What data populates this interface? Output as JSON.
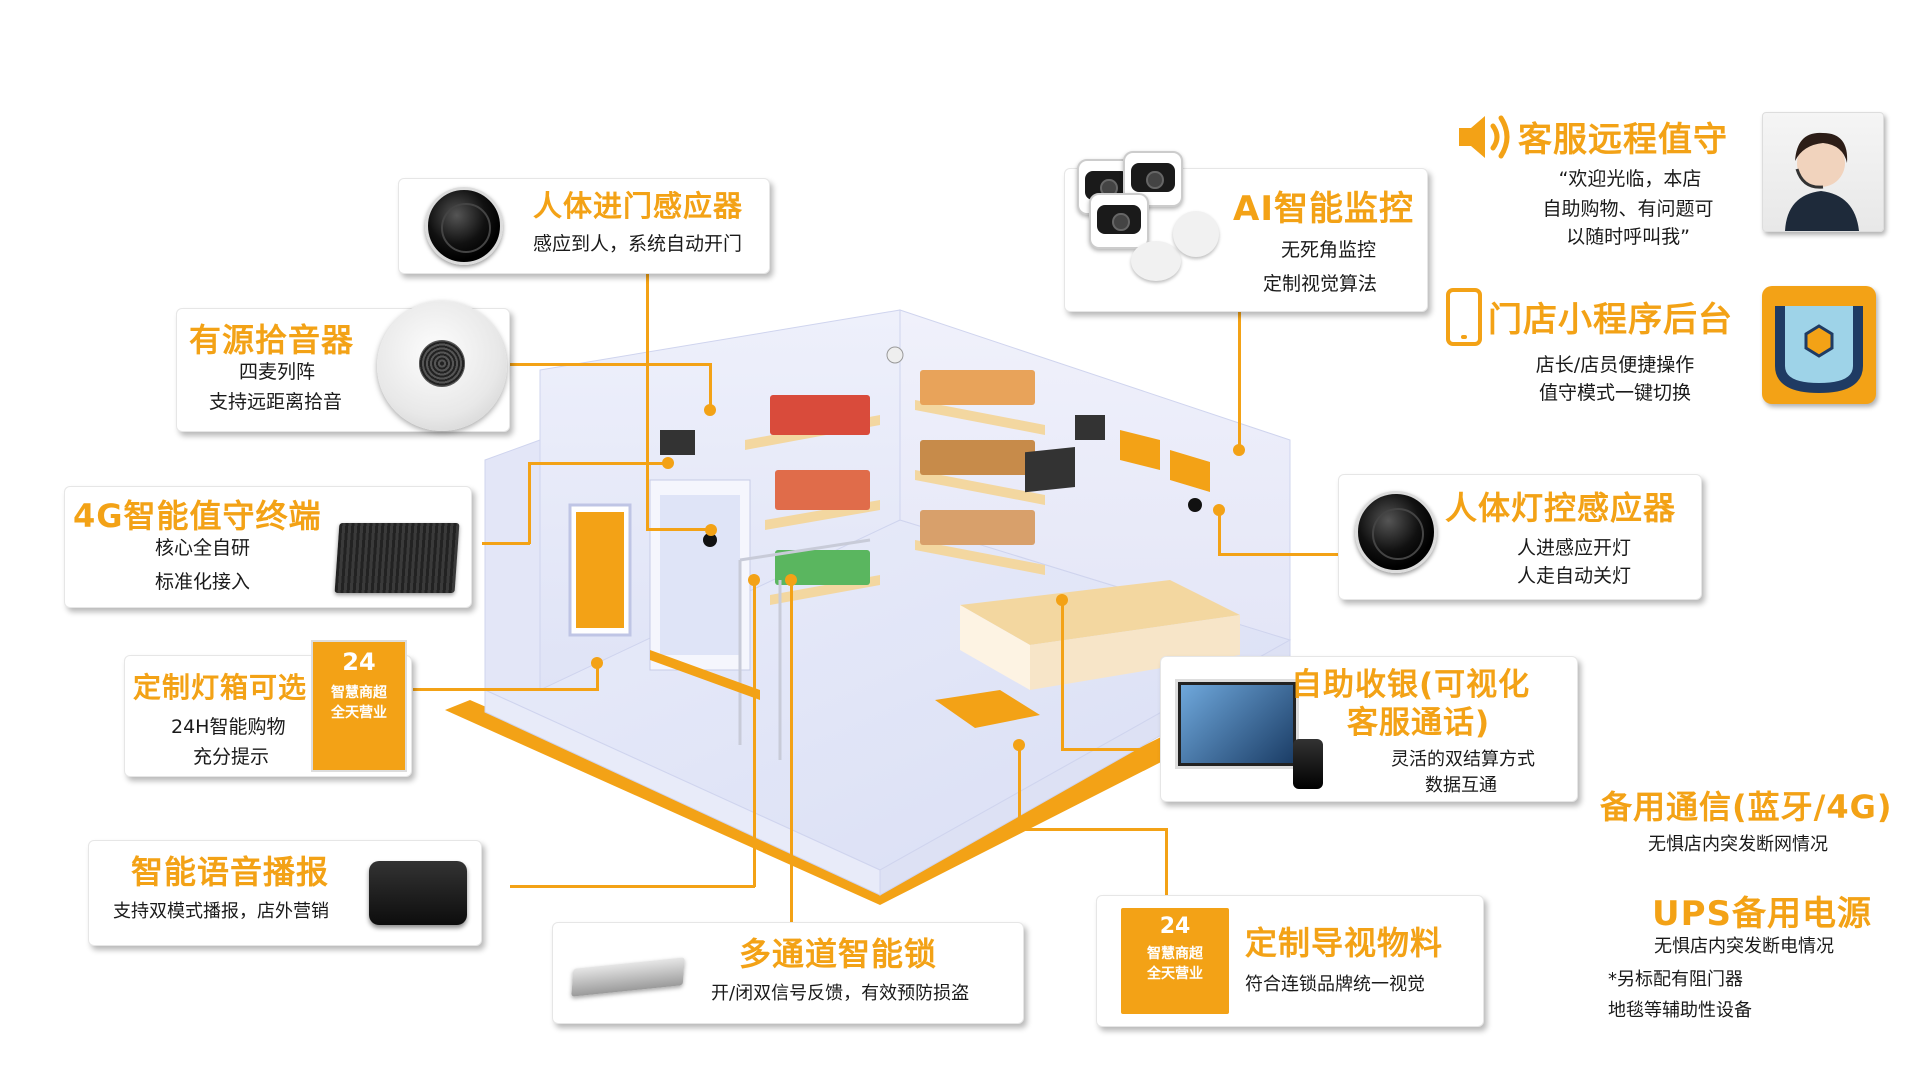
{
  "colors": {
    "accent": "#f3a216",
    "text": "#1a1a1a",
    "card_bg": "#ffffff"
  },
  "features": {
    "door_sensor": {
      "title": "人体进门感应器",
      "desc": "感应到人，系统自动开门"
    },
    "mic": {
      "title": "有源拾音器",
      "desc1": "四麦列阵",
      "desc2": "支持远距离拾音"
    },
    "terminal": {
      "title": "4G智能值守终端",
      "desc1": "核心全自研",
      "desc2": "标准化接入"
    },
    "lightbox": {
      "title": "定制灯箱可选",
      "desc1": "24H智能购物",
      "desc2": "充分提示"
    },
    "voice": {
      "title": "智能语音播报",
      "desc": "支持双模式播报，店外营销"
    },
    "lock": {
      "title": "多通道智能锁",
      "desc": "开/闭双信号反馈，有效预防损盗"
    },
    "guide": {
      "title": "定制导视物料",
      "desc": "符合连锁品牌统一视觉"
    },
    "checkout": {
      "title1": "自助收银(可视化",
      "title2": "客服通话)",
      "desc1": "灵活的双结算方式",
      "desc2": "数据互通"
    },
    "light_sensor": {
      "title": "人体灯控感应器",
      "desc1": "人进感应开灯",
      "desc2": "人走自动关灯"
    },
    "ai_monitor": {
      "title": "AI智能监控",
      "desc1": "无死角监控",
      "desc2": "定制视觉算法"
    },
    "remote_service": {
      "title": "客服远程值守",
      "desc1": "“欢迎光临，本店",
      "desc2": "自助购物、有问题可",
      "desc3": "以随时呼叫我”"
    },
    "mini_program": {
      "title": "门店小程序后台",
      "desc1": "店长/店员便捷操作",
      "desc2": "值守模式一键切换"
    },
    "backup_comm": {
      "title": "备用通信(蓝牙/4G)",
      "desc": "无惧店内突发断网情况"
    },
    "ups": {
      "title": "UPS备用电源",
      "desc": "无惧店内突发断电情况"
    },
    "note": {
      "line1": "*另标配有阻门器",
      "line2": "地毯等辅助性设备"
    }
  },
  "poster": {
    "badge": "24",
    "line1": "智慧商超",
    "line2": "全天营业"
  },
  "icons": {
    "door_sensor": "motion-sensor-icon",
    "mic": "microphone-icon",
    "speaker": "speaker-volume-icon",
    "phone": "smartphone-icon",
    "camera": "security-camera-icon"
  }
}
